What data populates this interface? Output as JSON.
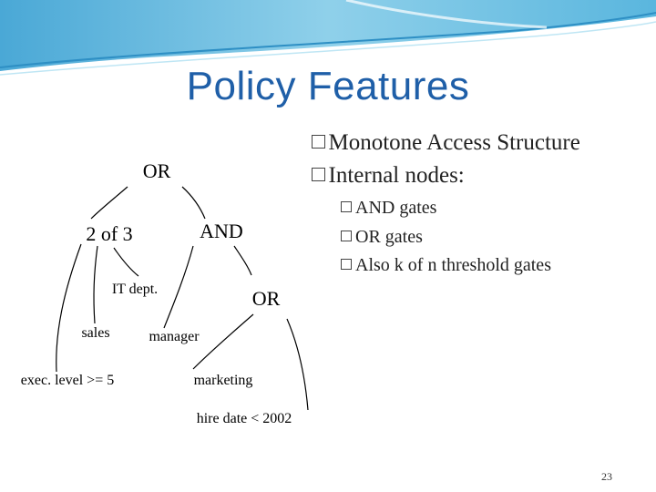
{
  "slide": {
    "title": "Policy Features",
    "page_number": "23",
    "bullets": [
      {
        "level": 1,
        "text": "Monotone Access Structure"
      },
      {
        "level": 1,
        "text": "Internal nodes:"
      },
      {
        "level": 2,
        "text": "AND gates"
      },
      {
        "level": 2,
        "text": "OR gates"
      },
      {
        "level": 2,
        "text": "Also k of n threshold gates"
      }
    ]
  },
  "tree": {
    "nodes": {
      "root": "OR",
      "threshold": "2 of 3",
      "and": "AND",
      "or2": "OR",
      "it_dept": "IT dept.",
      "sales": "sales",
      "exec_level": "exec. level >= 5",
      "manager": "manager",
      "marketing": "marketing",
      "hire_date": "hire date < 2002"
    }
  },
  "colors": {
    "title": "#1f5fa8",
    "wave": "#5fb6da"
  }
}
